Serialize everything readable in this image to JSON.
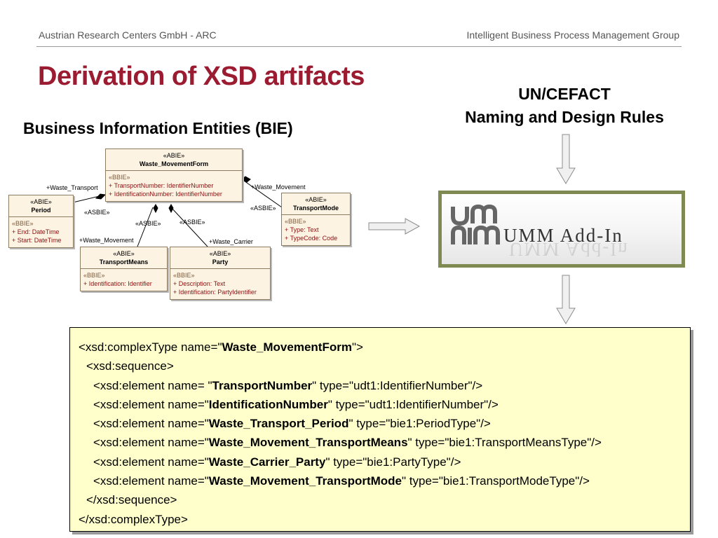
{
  "header": {
    "left": "Austrian Research Centers GmbH - ARC",
    "right": "Intelligent Business Process Management Group"
  },
  "title": "Derivation of XSD artifacts",
  "bie_heading": "Business Information Entities (BIE)",
  "rules": {
    "line1": "UN/CEFACT",
    "line2": "Naming and Design Rules"
  },
  "colors": {
    "title": "#9b1b30",
    "class_fill": "#fdf3e3",
    "xsd_box": "#ffffcc",
    "logo_frame": "#7f8a53"
  },
  "logo": {
    "word": "UMM Add-In",
    "icon": "umm-logo-icon"
  },
  "diagram": {
    "classes": {
      "waste_movement_form": {
        "stereotype": "«ABIE»",
        "name": "Waste_MovementForm",
        "attr_stereotype": "«BBIE»",
        "attrs": [
          "+   TransportNumber: IdentifierNumber",
          "+   IdentificationNumber: IdentifierNumber"
        ]
      },
      "period": {
        "stereotype": "«ABIE»",
        "name": "Period",
        "attr_stereotype": "«BBIE»",
        "attrs": [
          "+   End: DateTime",
          "+   Start: DateTime"
        ]
      },
      "transport_mode": {
        "stereotype": "«ABIE»",
        "name": "TransportMode",
        "attr_stereotype": "«BBIE»",
        "attrs": [
          "+   Type: Text",
          "+   TypeCode: Code"
        ]
      },
      "transport_means": {
        "stereotype": "«ABIE»",
        "name": "TransportMeans",
        "attr_stereotype": "«BBIE»",
        "attrs": [
          "+   Identification: Identifier"
        ]
      },
      "party": {
        "stereotype": "«ABIE»",
        "name": "Party",
        "attr_stereotype": "«BBIE»",
        "attrs": [
          "+   Description: Text",
          "+   Identification: PartyIdentifier"
        ]
      }
    },
    "labels": {
      "waste_transport": "+Waste_Transport",
      "asbie_period": "«ASBIE»",
      "waste_movement_mode": "+Waste_Movement",
      "asbie_mode": "«ASBIE»",
      "asbie_means": "«ASBIE»",
      "waste_movement_means": "+Waste_Movement",
      "asbie_party": "«ASBIE»",
      "waste_carrier": "+Waste_Carrier"
    }
  },
  "xsd": {
    "l1_a": "<xsd:complexType name=\"",
    "l1_b": "Waste_MovementForm",
    "l1_c": "\">",
    "l2": "<xsd:sequence>",
    "l3_a": "<xsd:element name= \"",
    "l3_b": "TransportNumber",
    "l3_c": "\" type=\"udt1:IdentifierNumber\"/>",
    "l4_a": "<xsd:element name=\"",
    "l4_b": "IdentificationNumber",
    "l4_c": "\" type=\"udt1:IdentifierNumber\"/>",
    "l5_a": "<xsd:element name=\"",
    "l5_b": "Waste_Transport_Period",
    "l5_c": "\" type=\"bie1:PeriodType\"/>",
    "l6_a": "<xsd:element name=\"",
    "l6_b": "Waste_Movement_TransportMeans",
    "l6_c": "\" type=\"bie1:TransportMeansType\"/>",
    "l7_a": "<xsd:element name=\"",
    "l7_b": "Waste_Carrier_Party",
    "l7_c": "\" type=\"bie1:PartyType\"/>",
    "l8_a": "<xsd:element name=\"",
    "l8_b": "Waste_Movement_TransportMode",
    "l8_c": "\" type=\"bie1:TransportModeType\"/>",
    "l9": "</xsd:sequence>",
    "l10": "</xsd:complexType>"
  }
}
